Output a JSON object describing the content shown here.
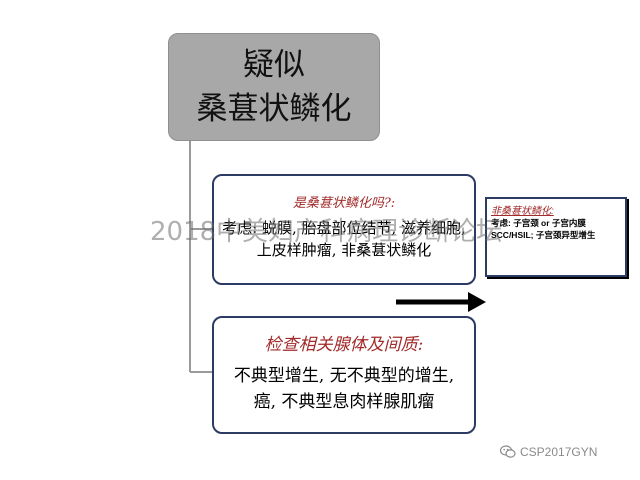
{
  "title_box": {
    "line1": "疑似",
    "line2": "桑葚状鳞化"
  },
  "card_question": {
    "heading": "是桑葚状鳞化吗?:",
    "body": "考虑: 蜕膜, 胎盘部位结节, 滋养细胞, 上皮样肿瘤, 非桑葚状鳞化"
  },
  "card_check": {
    "heading": "检查相关腺体及间质:",
    "body": "不典型增生, 无不典型的增生, 癌, 不典型息肉样腺肌瘤"
  },
  "side_box": {
    "heading": "非桑葚状鳞化:",
    "body": "考虑: 子宫颈 or 子宫内膜 SCC/HSIL; 子宫颈异型增生"
  },
  "watermark": "2018中美妇产科病理诊断论坛",
  "source_credit": {
    "icon": "wechat-icon",
    "text": "CSP2017GYN"
  },
  "colors": {
    "title_box_fill": "#a8a8a8",
    "card_border": "#2b3b63",
    "heading_red": "#a22a2a",
    "connector": "#9a9a9a"
  }
}
